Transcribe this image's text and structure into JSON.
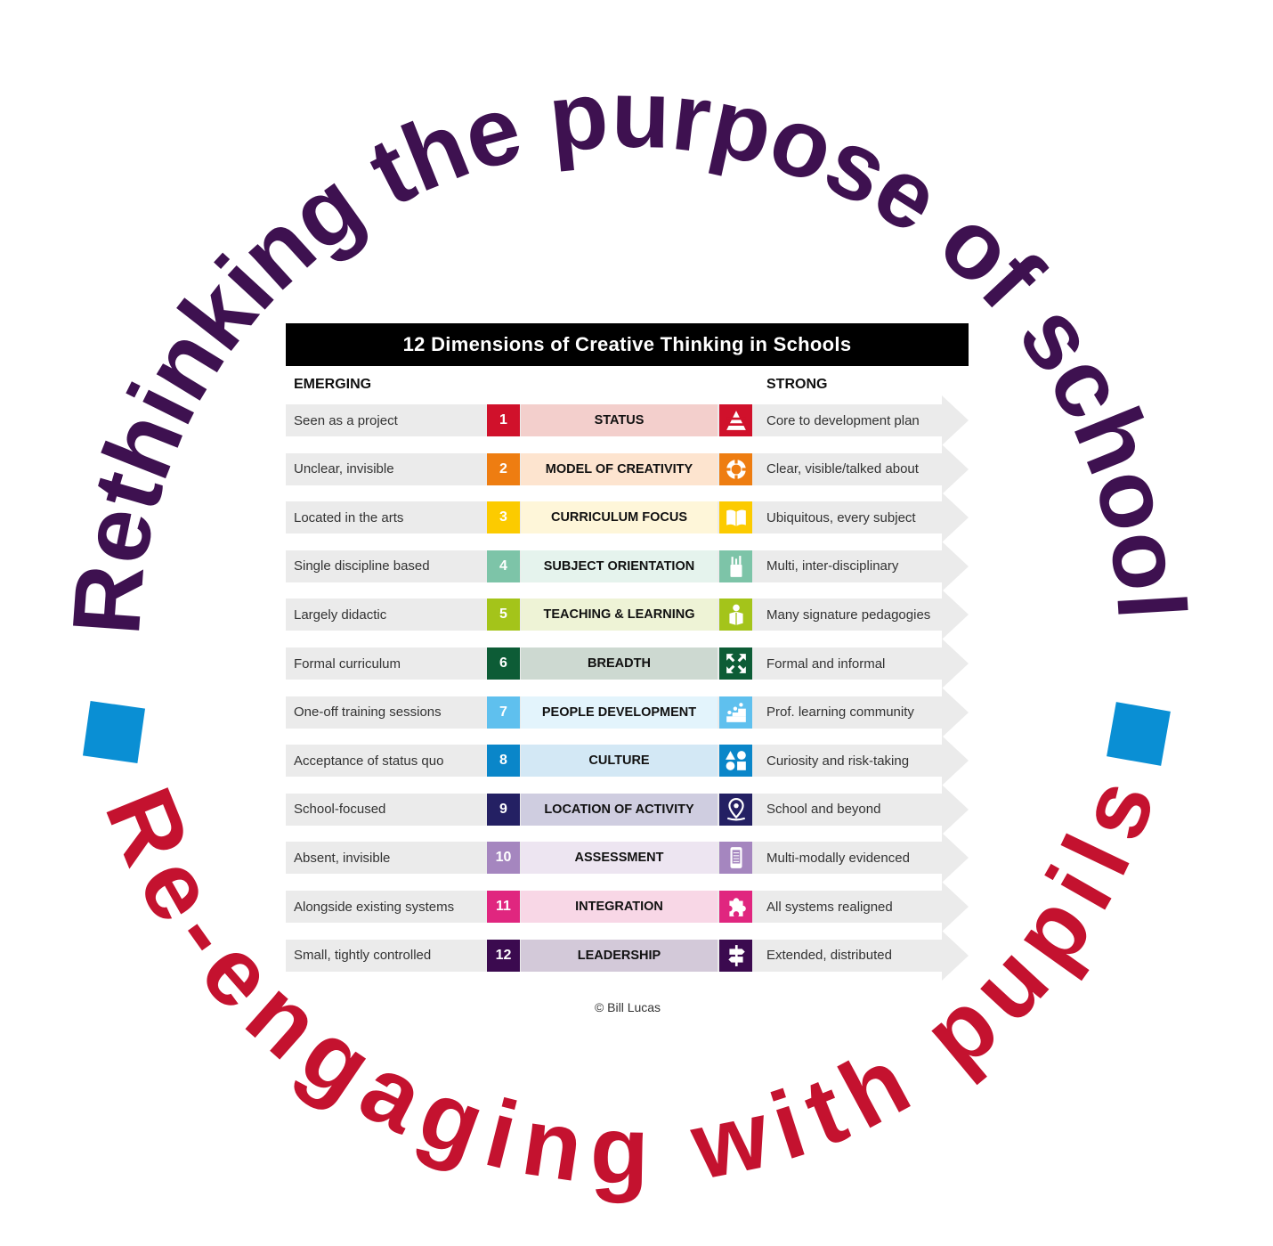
{
  "arc_top": {
    "text": "Rethinking the purpose of school",
    "color": "#3e1150"
  },
  "arc_bottom": {
    "text": "Re-engaging with pupils",
    "color": "#c4122f"
  },
  "accent_square_color": "#0a8fd4",
  "title": "12 Dimensions of Creative Thinking in Schools",
  "headers": {
    "left": "EMERGING",
    "right": "STRONG"
  },
  "rows": [
    {
      "num": "1",
      "label": "STATUS",
      "left": "Seen as a project",
      "right": "Core to development plan",
      "color": "#d0112b",
      "bg": "#f3cfcc",
      "icon": "pyramid-icon"
    },
    {
      "num": "2",
      "label": "MODEL OF CREATIVITY",
      "left": "Unclear, invisible",
      "right": "Clear, visible/talked about",
      "color": "#ee7d11",
      "bg": "#fde4cf",
      "icon": "lifebuoy-icon"
    },
    {
      "num": "3",
      "label": "CURRICULUM FOCUS",
      "left": "Located in the arts",
      "right": "Ubiquitous, every subject",
      "color": "#fccb00",
      "bg": "#fef6d9",
      "icon": "book-icon"
    },
    {
      "num": "4",
      "label": "SUBJECT ORIENTATION",
      "left": "Single discipline based",
      "right": "Multi, inter-disciplinary",
      "color": "#7dc4a8",
      "bg": "#e5f3ed",
      "icon": "pencil-pot-icon"
    },
    {
      "num": "5",
      "label": "TEACHING & LEARNING",
      "left": "Largely didactic",
      "right": "Many signature pedagogies",
      "color": "#a4c41a",
      "bg": "#eef3d6",
      "icon": "reader-icon"
    },
    {
      "num": "6",
      "label": "BREADTH",
      "left": "Formal curriculum",
      "right": "Formal and informal",
      "color": "#0d5c36",
      "bg": "#cdd9d1",
      "icon": "expand-arrows-icon"
    },
    {
      "num": "7",
      "label": "PEOPLE DEVELOPMENT",
      "left": "One-off training sessions",
      "right": "Prof. learning community",
      "color": "#5fc0ee",
      "bg": "#e3f4fc",
      "icon": "people-steps-icon"
    },
    {
      "num": "8",
      "label": "CULTURE",
      "left": "Acceptance of status quo",
      "right": "Curiosity and risk-taking",
      "color": "#0a86c9",
      "bg": "#d3e8f5",
      "icon": "shapes-icon"
    },
    {
      "num": "9",
      "label": "LOCATION OF ACTIVITY",
      "left": "School-focused",
      "right": "School and beyond",
      "color": "#242063",
      "bg": "#cfcde0",
      "icon": "location-pin-icon"
    },
    {
      "num": "10",
      "label": "ASSESSMENT",
      "left": "Absent, invisible",
      "right": "Multi-modally evidenced",
      "color": "#a586bf",
      "bg": "#ede5f1",
      "icon": "phone-checklist-icon"
    },
    {
      "num": "11",
      "label": "INTEGRATION",
      "left": "Alongside existing systems",
      "right": "All systems realigned",
      "color": "#e0267f",
      "bg": "#f8d7e6",
      "icon": "puzzle-piece-icon"
    },
    {
      "num": "12",
      "label": "LEADERSHIP",
      "left": "Small, tightly controlled",
      "right": "Extended, distributed",
      "color": "#3b0a4f",
      "bg": "#d3c9d9",
      "icon": "signpost-icon"
    }
  ],
  "copyright": "© Bill Lucas"
}
